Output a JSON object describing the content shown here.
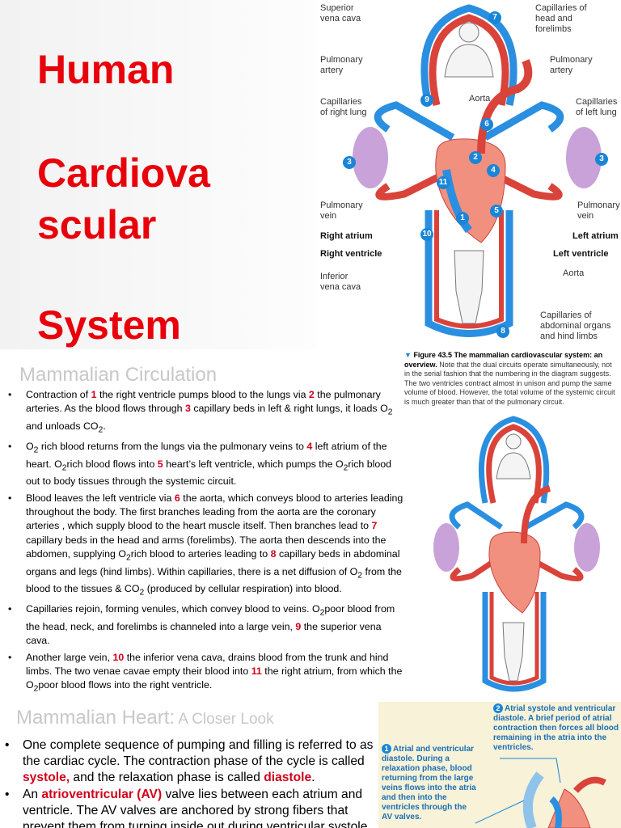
{
  "slide1": {
    "title_lines": [
      "Human",
      "Cardiova",
      "scular",
      "System"
    ],
    "diagram_labels": {
      "superior_vena_cava": "Superior\nvena cava",
      "capillaries_head": "Capillaries of\nhead and\nforelimbs",
      "pulmonary_artery_left": "Pulmonary\nartery",
      "pulmonary_artery_right": "Pulmonary\nartery",
      "aorta_top": "Aorta",
      "capillaries_right_lung": "Capillaries\nof right lung",
      "capillaries_left_lung": "Capillaries\nof left lung",
      "pulmonary_vein_left": "Pulmonary\nvein",
      "pulmonary_vein_right": "Pulmonary\nvein",
      "right_atrium": "Right atrium",
      "left_atrium": "Left atrium",
      "right_ventricle": "Right ventricle",
      "left_ventricle": "Left ventricle",
      "inferior_vena_cava": "Inferior\nvena cava",
      "aorta_bottom": "Aorta",
      "capillaries_abdominal": "Capillaries of\nabdominal organs\nand hind limbs"
    },
    "numbers": [
      "7",
      "9",
      "6",
      "3",
      "2",
      "4",
      "3",
      "11",
      "1",
      "5",
      "10",
      "8"
    ]
  },
  "slide2": {
    "heading": "Mammalian Circulation",
    "figure_number": "Figure 43.5",
    "figure_title": "The mammalian cardiovascular system: an overview.",
    "figure_caption": "Note that the dual circuits operate simultaneously, not in the serial fashion that the numbering in the diagram suggests. The two ventricles contract almost in unison and pump the same volume of blood. However, the total volume of the systemic circuit is much greater than that of the pulmonary circuit.",
    "bullets": [
      [
        "Contraction of ",
        "1",
        " the right ventricle pumps blood to the lungs via ",
        "2",
        " the pulmonary arteries. As the blood flows through ",
        "3",
        " capillary beds in left & right lungs, it loads O",
        "2",
        " and unloads CO",
        "2",
        "."
      ],
      [
        "O",
        "2",
        " rich blood returns from the lungs via the pulmonary veins to ",
        "4",
        " left atrium of the heart. O",
        "2",
        "rich blood flows into ",
        "5",
        " heart’s left ventricle, which pumps the O",
        "2",
        "rich blood out to body tissues through the systemic circuit."
      ],
      [
        "Blood leaves the left ventricle via ",
        "6",
        " the aorta, which conveys blood to arteries leading throughout the body. The first branches leading from the aorta are the coronary arteries , which supply blood to the heart muscle itself. Then branches lead to ",
        "7",
        " capillary beds in the head and arms (forelimbs). The aorta then descends into the abdomen, supplying O",
        "2",
        "rich blood to arteries leading to ",
        "8",
        " capillary beds in abdominal organs and legs (hind limbs). Within capillaries, there is a net diffusion of O",
        "2",
        " from the blood to the tissues & CO",
        "2",
        " (produced by cellular respiration) into blood."
      ],
      [
        "Capillaries rejoin, forming venules, which convey blood to veins. O",
        "2",
        "poor blood from the head, neck, and forelimbs is channeled into a large vein, ",
        "9",
        " the superior vena cava."
      ],
      [
        "Another large vein, ",
        "10",
        " the inferior vena cava, drains blood from the trunk and hind limbs. The two venae cavae empty their blood into ",
        "11",
        " the right atrium, from which the O",
        "2",
        "poor blood flows into the right ventricle."
      ]
    ]
  },
  "slide3": {
    "heading_main": "Mammalian Heart:",
    "heading_sub": " A Closer Look",
    "bullets": [
      [
        "One complete sequence of pumping and filling is referred to as the cardiac cycle. The contraction phase of  the cycle is called ",
        "systole,",
        " and the relaxation phase is called ",
        "diastole",
        "."
      ],
      [
        "An ",
        "atrioventricular (AV)",
        " valve lies between each atrium and ventricle. The AV valves are anchored by strong fibers that prevent them from turning inside out during ventricular systole."
      ]
    ],
    "step1_num": "1",
    "step1_text": "Atrial and ventricular diastole. During a relaxation phase, blood returning from the large veins flows into the atria and then into the ventricles through the AV valves.",
    "step2_num": "2",
    "step2_text": "Atrial systole and ventricular diastole. A brief period of atrial contraction then forces all blood remaining in the atria into the ventricles."
  }
}
